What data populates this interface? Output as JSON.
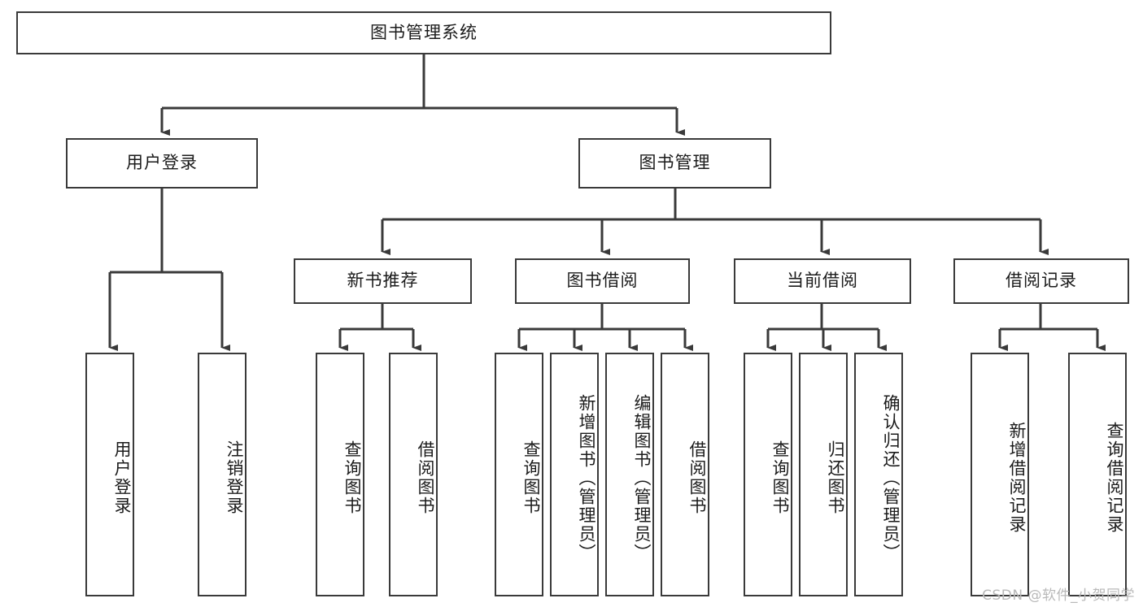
{
  "diagram": {
    "title": "图书管理系统",
    "type": "hierarchy-tree",
    "root": {
      "id": "root",
      "label": "图书管理系统"
    },
    "level2": [
      {
        "id": "user-login",
        "label": "用户登录"
      },
      {
        "id": "book-manage",
        "label": "图书管理"
      }
    ],
    "level3": [
      {
        "id": "new-book-recommend",
        "label": "新书推荐"
      },
      {
        "id": "book-borrow",
        "label": "图书借阅"
      },
      {
        "id": "current-borrow",
        "label": "当前借阅"
      },
      {
        "id": "borrow-record",
        "label": "借阅记录"
      }
    ],
    "leaves": {
      "user_login": [
        {
          "id": "leaf-user-login",
          "label": "用户登录"
        },
        {
          "id": "leaf-logout-login",
          "label": "注销登录"
        }
      ],
      "new_book_recommend": [
        {
          "id": "leaf-query-book-1",
          "label": "查询图书"
        },
        {
          "id": "leaf-borrow-book-1",
          "label": "借阅图书"
        }
      ],
      "book_borrow": [
        {
          "id": "leaf-query-book-2",
          "label": "查询图书"
        },
        {
          "id": "leaf-add-book",
          "label": "新增图书（管理员）"
        },
        {
          "id": "leaf-edit-book",
          "label": "编辑图书（管理员）"
        },
        {
          "id": "leaf-borrow-book-2",
          "label": "借阅图书"
        }
      ],
      "current_borrow": [
        {
          "id": "leaf-query-book-3",
          "label": "查询图书"
        },
        {
          "id": "leaf-return-book",
          "label": "归还图书"
        },
        {
          "id": "leaf-confirm-return",
          "label": "确认归还（管理员）"
        }
      ],
      "borrow_record": [
        {
          "id": "leaf-add-record",
          "label": "新增借阅记录"
        },
        {
          "id": "leaf-query-record",
          "label": "查询借阅记录"
        }
      ]
    }
  },
  "watermark": {
    "text": "CSDN @软件_小贺同学"
  },
  "colors": {
    "border": "#3a3a3a",
    "text": "#1b1b1b",
    "background": "#ffffff",
    "watermark": "#b9b9b9"
  }
}
